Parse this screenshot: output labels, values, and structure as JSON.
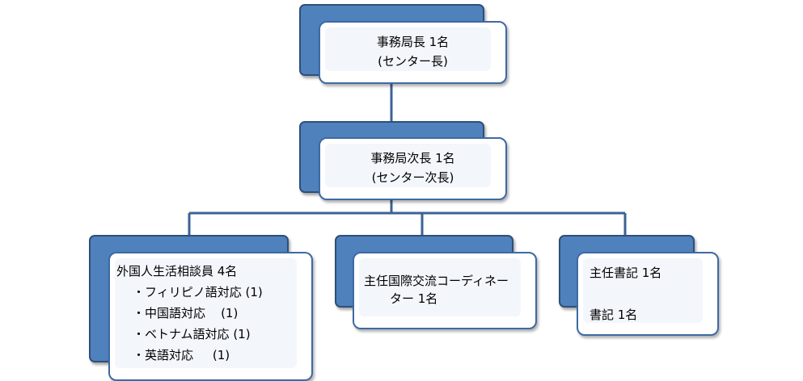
{
  "nodes": {
    "director": {
      "title": "事務局長 1名",
      "sub": "(センター長)"
    },
    "deputy": {
      "title": "事務局次長 1名",
      "sub": "(センター次長)"
    },
    "counselors": {
      "title": "外国人生活相談員 4名",
      "items": [
        "・フィリピノ語対応 (1)",
        "・中国語対応    (1)",
        "・ベトナム語対応 (1)",
        "・英語対応     (1)"
      ]
    },
    "coordinator": {
      "line1": "主任国際交流コーディネー",
      "line2": "ター 1名"
    },
    "clerks": {
      "line1": "主任書記 1名",
      "line2": "書記 1名"
    }
  },
  "colors": {
    "box_back": "#4f81bd",
    "box_border": "#3e6aa4",
    "connector": "#3c6295"
  }
}
